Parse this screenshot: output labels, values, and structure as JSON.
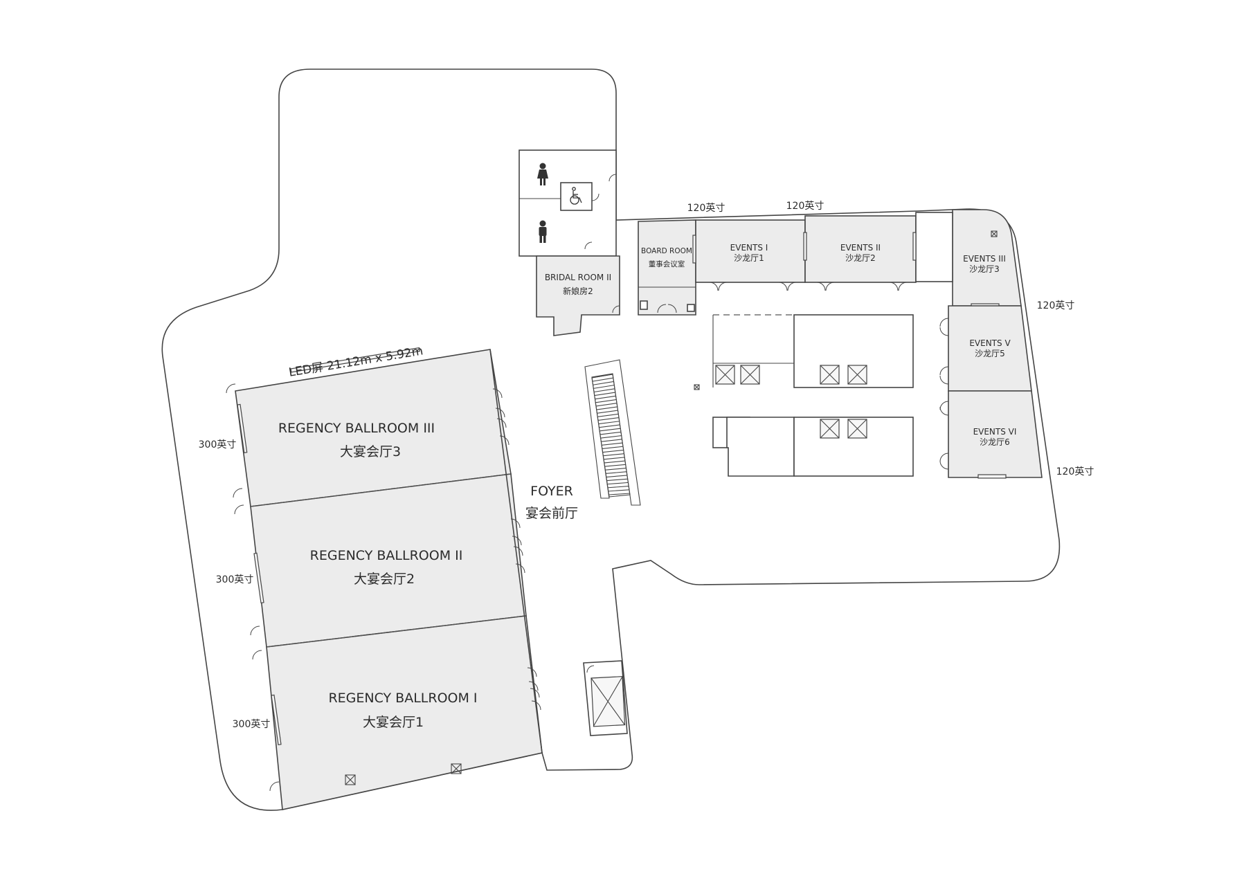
{
  "ballrooms": [
    {
      "name_en": "REGENCY BALLROOM  III",
      "name_zh": "大宴会厅3",
      "screen": "300英寸"
    },
    {
      "name_en": "REGENCY BALLROOM  II",
      "name_zh": "大宴会厅2",
      "screen": "300英寸"
    },
    {
      "name_en": "REGENCY BALLROOM  I",
      "name_zh": "大宴会厅1",
      "screen": "300英寸"
    }
  ],
  "led_screen": "LED屏 21.12m x 5.92m",
  "foyer": {
    "name_en": "FOYER",
    "name_zh": "宴会前厅"
  },
  "bridal_room": {
    "name_en": "BRIDAL ROOM II",
    "name_zh": "新娘房2"
  },
  "board_room": {
    "name_en": "BOARD ROOM",
    "name_zh": "董事会议室"
  },
  "events": [
    {
      "name_en": "EVENTS I",
      "name_zh": "沙龙厅1"
    },
    {
      "name_en": "EVENTS II",
      "name_zh": "沙龙厅2"
    },
    {
      "name_en": "EVENTS III",
      "name_zh": "沙龙厅3"
    },
    {
      "name_en": "EVENTS V",
      "name_zh": "沙龙厅5"
    },
    {
      "name_en": "EVENTS VI",
      "name_zh": "沙龙厅6"
    }
  ],
  "screens_120": [
    "120英寸",
    "120英寸",
    "120英寸",
    "120英寸"
  ],
  "icons": [
    "female-restroom-icon",
    "male-restroom-icon",
    "wheelchair-accessible-icon",
    "escalator-icon",
    "elevator-icon"
  ],
  "colors": {
    "room_fill": "#ececec",
    "line": "#444444",
    "background": "#ffffff"
  }
}
